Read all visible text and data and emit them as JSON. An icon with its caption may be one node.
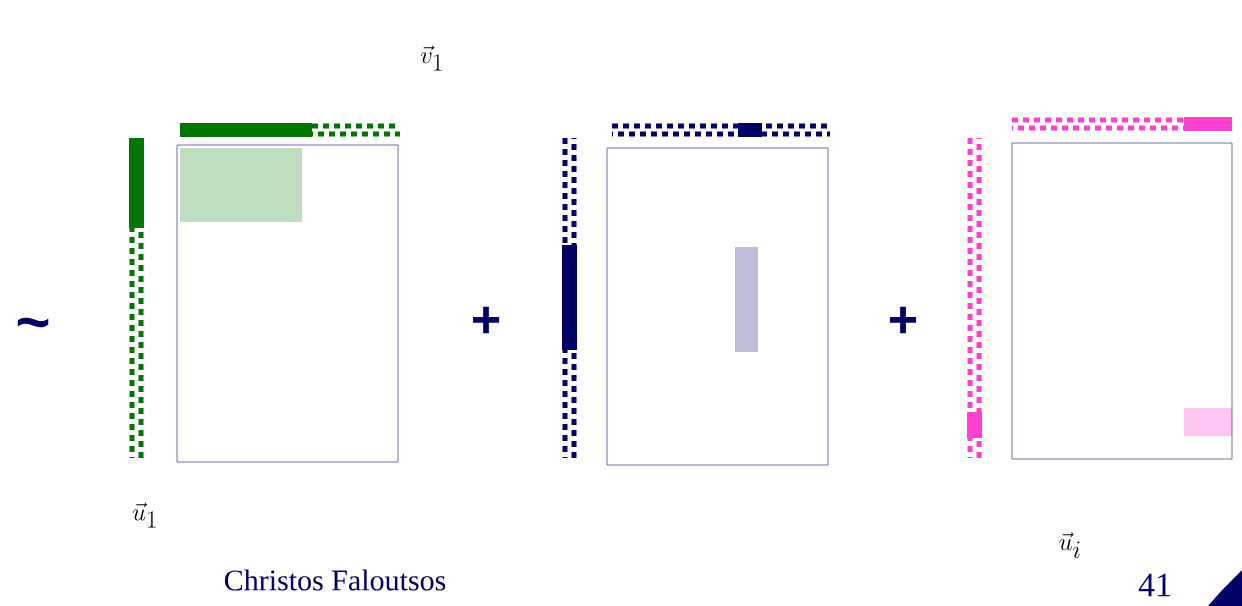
{
  "diagram": {
    "labels": [
      "\\vec{v}_1",
      "~",
      "+",
      "+",
      "\\vec{u}_1",
      "\\vec{u}_i",
      "Christos Faloutsos",
      "41"
    ]
  }
}
